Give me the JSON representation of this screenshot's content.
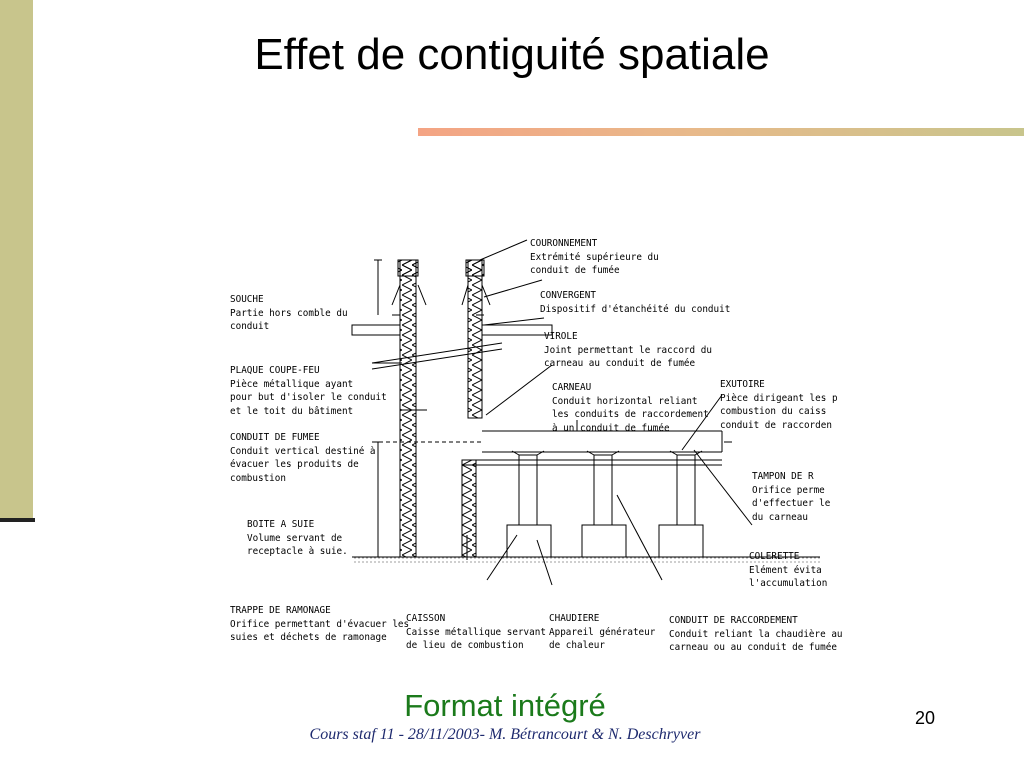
{
  "slide": {
    "title": "Effet de contiguité spatiale",
    "caption": "Format intégré",
    "footer": "Cours staf 11 - 28/11/2003- M. Bétrancourt & N. Deschryver",
    "page_number": "20"
  },
  "diagram": {
    "labels": {
      "couronnement": {
        "head": "COURONNEMENT",
        "body": [
          "Extrémité supérieure du",
          "conduit de fumée"
        ]
      },
      "souche": {
        "head": "SOUCHE",
        "body": [
          "Partie hors comble du",
          "conduit"
        ]
      },
      "convergent": {
        "head": "CONVERGENT",
        "body": [
          "Dispositif d'étanchéité du conduit"
        ]
      },
      "virole": {
        "head": "VIROLE",
        "body": [
          "Joint permettant le raccord du",
          "carneau au conduit de fumée"
        ]
      },
      "plaque": {
        "head": "PLAQUE COUPE-FEU",
        "body": [
          "Pièce métallique ayant",
          "pour but d'isoler le conduit",
          "et le toit du bâtiment"
        ]
      },
      "carneau": {
        "head": "CARNEAU",
        "body": [
          "Conduit horizontal reliant",
          "les conduits de raccordement",
          "à un conduit de fumée"
        ]
      },
      "exutoire": {
        "head": "EXUTOIRE",
        "body": [
          "Pièce dirigeant les p",
          "combustion du caiss",
          "conduit de raccorden"
        ]
      },
      "conduit_fumee": {
        "head": "CONDUIT DE FUMEE",
        "body": [
          "Conduit vertical destiné à",
          "évacuer les produits de",
          "combustion"
        ]
      },
      "tampon": {
        "head": "TAMPON DE R",
        "body": [
          "Orifice perme",
          "d'effectuer le",
          "du carneau"
        ]
      },
      "boite": {
        "head": "BOITE A SUIE",
        "body": [
          "Volume servant de",
          "receptacle à suie."
        ]
      },
      "colerette": {
        "head": "COLERETTE",
        "body": [
          "Elément évita",
          "l'accumulation"
        ]
      },
      "trappe": {
        "head": "TRAPPE DE RAMONAGE",
        "body": [
          "Orifice permettant d'évacuer les",
          "suies et déchets de ramonage"
        ]
      },
      "caisson": {
        "head": "CAISSON",
        "body": [
          "Caisse métallique servant",
          "de lieu de combustion"
        ]
      },
      "chaudiere": {
        "head": "CHAUDIERE",
        "body": [
          "Appareil générateur",
          "de chaleur"
        ]
      },
      "conduit_raccordement": {
        "head": "CONDUIT DE RACCORDEMENT",
        "body": [
          "Conduit reliant la chaudière au",
          "carneau ou au conduit de fumée"
        ]
      }
    }
  }
}
